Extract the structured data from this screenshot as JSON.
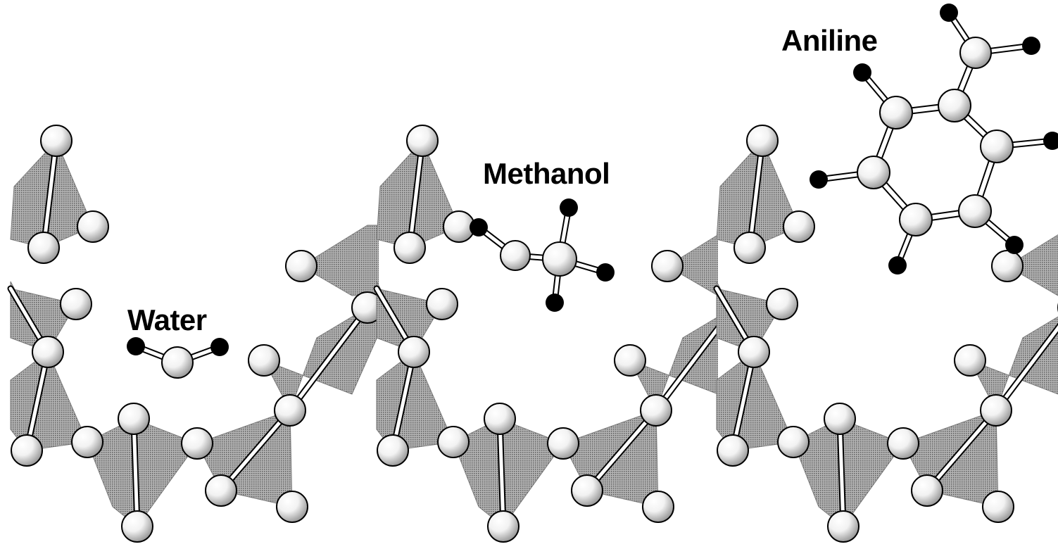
{
  "labels": {
    "water": "Water",
    "methanol": "Methanol",
    "aniline": "Aniline"
  },
  "colors": {
    "background": "#ffffff",
    "polyhedron": "#9a9a9a",
    "atom_light": "#f2f2f2",
    "atom_dark": "#000000",
    "bond_fill": "#ffffff",
    "bond_outline": "#000000"
  }
}
